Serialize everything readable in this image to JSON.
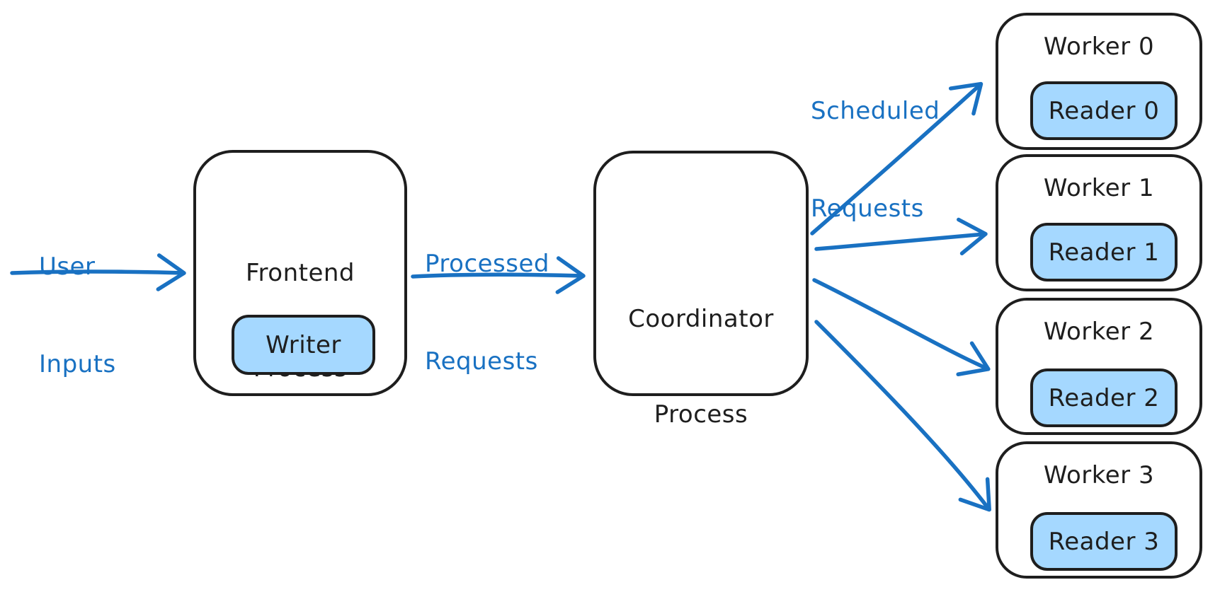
{
  "colors": {
    "accent_blue": "#1971c2",
    "node_fill_blue": "#a5d8ff",
    "ink_black": "#1e1e1e",
    "canvas_bg": "#ffffff"
  },
  "edge_labels": {
    "user_inputs": {
      "line1": "User",
      "line2": "Inputs"
    },
    "processed_requests": {
      "line1": "Processed",
      "line2": "Requests"
    },
    "scheduled_requests": {
      "line1": "Scheduled",
      "line2": "Requests"
    }
  },
  "nodes": {
    "frontend": {
      "title_line1": "Frontend",
      "title_line2": "Process",
      "inner": "Writer"
    },
    "coordinator": {
      "title_line1": "Coordinator",
      "title_line2": "Process"
    },
    "workers": [
      {
        "title": "Worker 0",
        "inner": "Reader 0"
      },
      {
        "title": "Worker 1",
        "inner": "Reader 1"
      },
      {
        "title": "Worker 2",
        "inner": "Reader 2"
      },
      {
        "title": "Worker 3",
        "inner": "Reader 3"
      }
    ]
  }
}
